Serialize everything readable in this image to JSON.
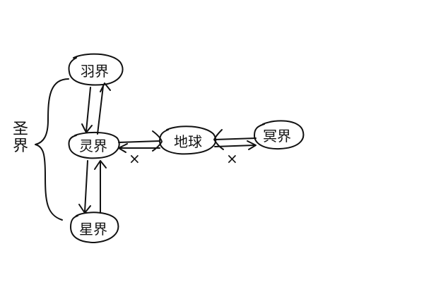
{
  "diagram": {
    "group": {
      "label_line1": "圣",
      "label_line2": "界"
    },
    "nodes": {
      "yujie": "羽界",
      "lingjie": "灵界",
      "xingjie": "星界",
      "diqiu": "地球",
      "mingjie": "冥界"
    },
    "blocked_marks": [
      "×",
      "×"
    ],
    "stroke_color": "#111111"
  }
}
